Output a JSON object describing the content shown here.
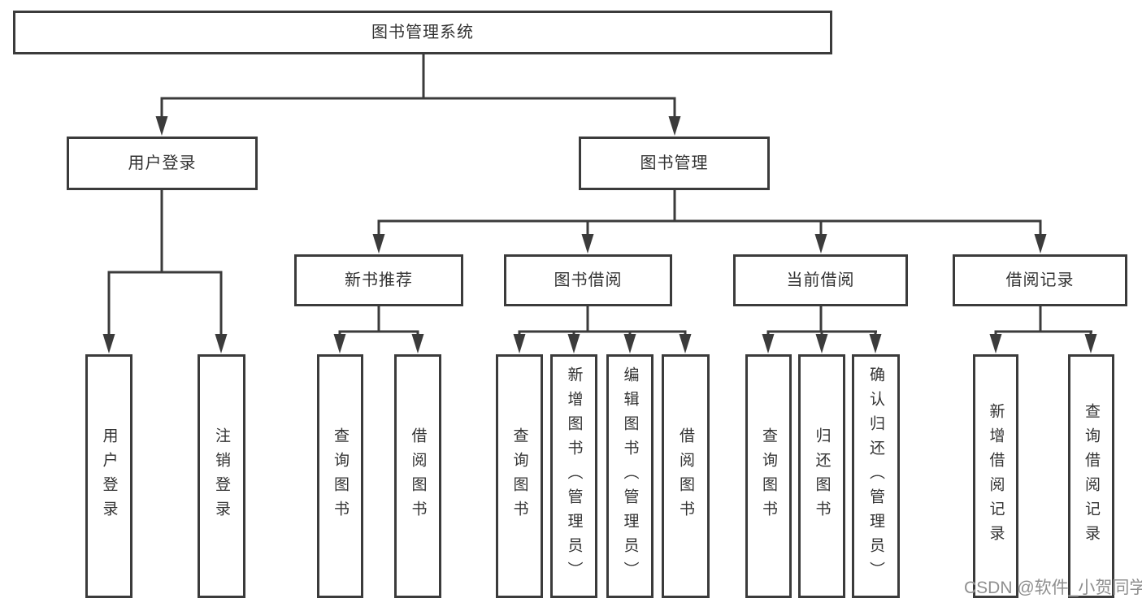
{
  "colors": {
    "line": "#3b3b3b",
    "text": "#333333",
    "watermark": "#8f8f8f",
    "background": "#ffffff"
  },
  "watermark": "CSDN @软件_小贺同学",
  "tree": {
    "root": "图书管理系统",
    "children": [
      {
        "label": "用户登录",
        "children": [
          "用户登录",
          "注销登录"
        ]
      },
      {
        "label": "图书管理",
        "children": [
          {
            "label": "新书推荐",
            "children": [
              "查询图书",
              "借阅图书"
            ]
          },
          {
            "label": "图书借阅",
            "children": [
              "查询图书",
              "新增图书（管理员）",
              "编辑图书（管理员）",
              "借阅图书"
            ]
          },
          {
            "label": "当前借阅",
            "children": [
              "查询图书",
              "归还图书",
              "确认归还（管理员）"
            ]
          },
          {
            "label": "借阅记录",
            "children": [
              "新增借阅记录",
              "查询借阅记录"
            ]
          }
        ]
      }
    ]
  }
}
